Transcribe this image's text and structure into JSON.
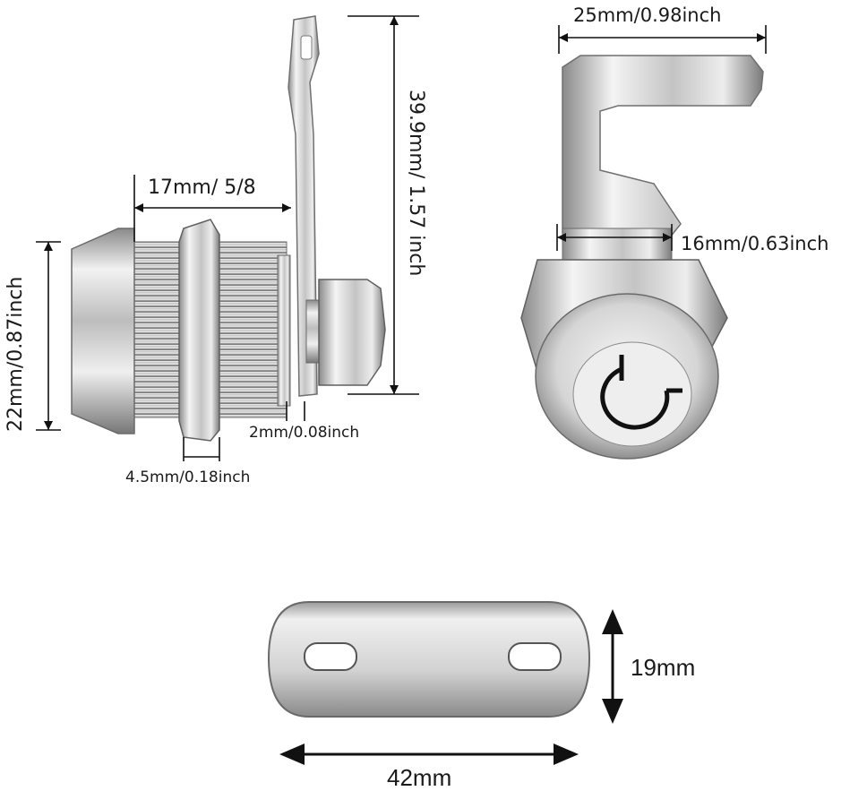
{
  "colors": {
    "metal_light": "#f4f4f4",
    "metal_mid": "#c8c8c8",
    "metal_dark": "#7e7e7e",
    "line": "#111111",
    "text": "#1a1a1a",
    "background": "#ffffff"
  },
  "side_view": {
    "length_label": "17mm/ 5/8",
    "height_label": "39.9mm/ 1.57 inch",
    "diameter_label": "22mm/0.87inch",
    "nut_label": "4.5mm/0.18inch",
    "washer_label": "2mm/0.08inch"
  },
  "front_view": {
    "cam_width_label": "25mm/0.98inch",
    "body_width_label": "16mm/0.63inch"
  },
  "plate_view": {
    "length_label": "42mm",
    "width_label": "19mm"
  }
}
